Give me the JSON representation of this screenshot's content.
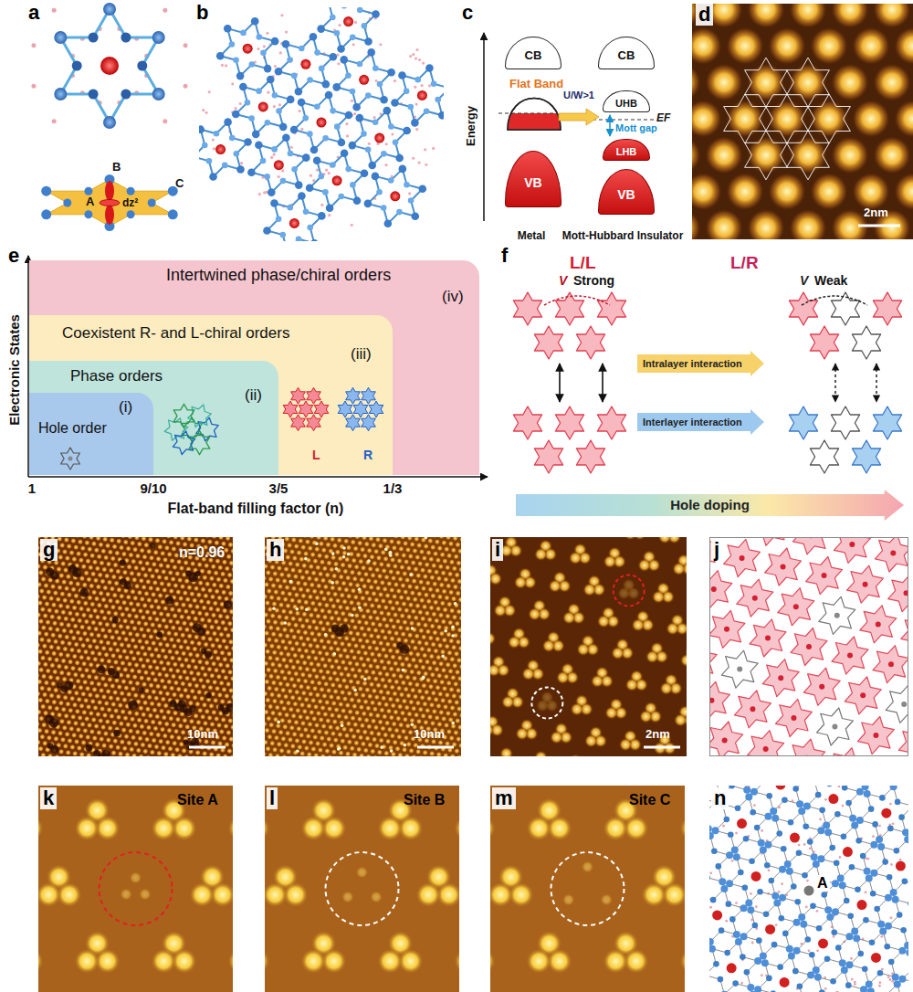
{
  "diagram": {
    "nodes": [
      {
        "text": [
          "CB"
        ]
      },
      {
        "text": [
          "VB"
        ]
      },
      {
        "text": [
          "U/W>1"
        ]
      },
      {
        "text": [
          "CB"
        ]
      },
      {
        "text": [
          "UHB"
        ]
      },
      {
        "text": [
          "LHB"
        ]
      },
      {
        "text": [
          "VB"
        ]
      },
      {
        "text": [
          "Intertwined phase/chiral orders",
          "(iv)"
        ]
      },
      {
        "text": [
          "Coexistent R- and L-chiral orders",
          "(iii)"
        ],
        "in": 7
      },
      {
        "text": [
          "Phase orders",
          "(ii)"
        ],
        "in": 8
      },
      {
        "text": [
          "Hole order",
          "(i)"
        ],
        "in": 9
      },
      {
        "text": [
          "Intralayer interaction"
        ]
      },
      {
        "text": [
          "Interlayer interaction"
        ]
      },
      {
        "text": [
          "Hole doping"
        ]
      }
    ],
    "labels": [
      "a",
      "B",
      "C",
      "A",
      "dz²",
      "b",
      "c",
      "Energy",
      "Flat Band",
      "EF",
      "Mott gap",
      "Metal",
      "Mott-Hubbard Insulator",
      "d",
      "2nm",
      "e",
      "L",
      "R",
      "Electronic States",
      "1",
      "9/10",
      "3/5",
      "1/3",
      "Flat-band filling factor (n)",
      "f",
      "L/L",
      "L/R",
      "V",
      "Strong",
      "V",
      "Weak",
      "g",
      "n=0.96",
      "10nm",
      "h",
      "10nm",
      "i",
      "2nm",
      "j",
      "k",
      "Site A",
      "l",
      "Site B",
      "m",
      "Site C",
      "n",
      "A"
    ]
  }
}
